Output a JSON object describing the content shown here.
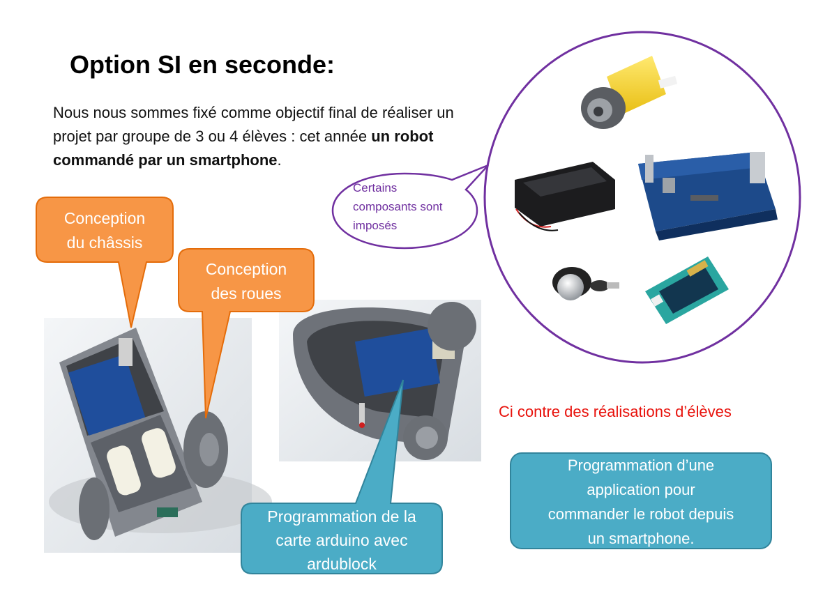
{
  "slide": {
    "title": "Option SI en seconde:",
    "intro": {
      "part1": "Nous nous sommes fixé comme objectif final de réaliser un projet par groupe de 3 ou 4 élèves :  cet année ",
      "bold": "un robot commandé par un smartphone",
      "end": "."
    },
    "note_callout": [
      "Certains",
      "composants sont",
      "imposés"
    ],
    "callouts": {
      "chassis": [
        "Conception",
        "du châssis"
      ],
      "roues": [
        "Conception",
        "des roues"
      ],
      "arduino": [
        "Programmation de la",
        "carte arduino avec",
        "ardublock"
      ],
      "smartphone": [
        "Programmation d’une",
        "application pour",
        "commander le robot depuis",
        "un smartphone."
      ]
    },
    "realisations_note": "Ci contre des réalisations d’élèves"
  },
  "colors": {
    "orange_callout": "#f79646",
    "orange_border": "#e46c0a",
    "teal_callout": "#4bacc6",
    "teal_border": "#31849b",
    "purple_circle": "#7030a0",
    "red_text": "#e8120c"
  },
  "images": [
    {
      "name": "chassis-3d-render",
      "icon": "robot-chassis-render"
    },
    {
      "name": "round-robot-3d-render",
      "icon": "robot-round-render"
    },
    {
      "name": "gear-motor-photo",
      "icon": "yellow-gear-motor"
    },
    {
      "name": "battery-holder-photo",
      "icon": "battery-holder"
    },
    {
      "name": "arduino-shield-photo",
      "icon": "arduino-board"
    },
    {
      "name": "ball-caster-photo",
      "icon": "ball-caster"
    },
    {
      "name": "bluetooth-module-photo",
      "icon": "bluetooth-module"
    }
  ]
}
